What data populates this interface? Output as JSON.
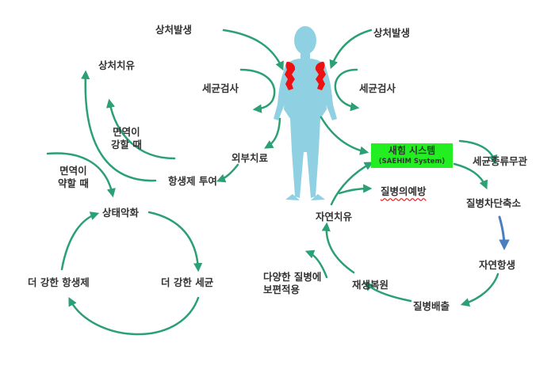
{
  "labels": {
    "wound_left": "상처발생",
    "wound_right": "상처발생",
    "wound_heal": "상처치유",
    "bact_test_left": "세균검사",
    "bact_test_right": "세균검사",
    "immune_strong_1": "면역이",
    "immune_strong_2": "강할 때",
    "immune_weak_1": "면역이",
    "immune_weak_2": "약할 때",
    "external_treat": "외부치료",
    "antibiotic": "항생제 투여",
    "worsen": "상태악화",
    "stronger_antibiotic": "더 강한 항생제",
    "stronger_bacteria": "더 강한 세균",
    "saehim_ko": "새힘 시스템",
    "saehim_en": "(SAEHIM System)",
    "bact_type_agnostic": "세균종류무관",
    "prevention": "질병의예방",
    "natural_heal": "자연치유",
    "block_shorten": "질병차단축소",
    "natural_resist": "자연항생",
    "universal_1": "다양한 질병에",
    "universal_2": "보편적용",
    "restore": "재생복원",
    "discharge": "질병배출"
  },
  "colors": {
    "arrow": "#2aa074",
    "blue_arrow": "#4a7ec0",
    "body": "#8fd0e3",
    "wound": "#ee1111",
    "highlight": "#22ee22"
  }
}
